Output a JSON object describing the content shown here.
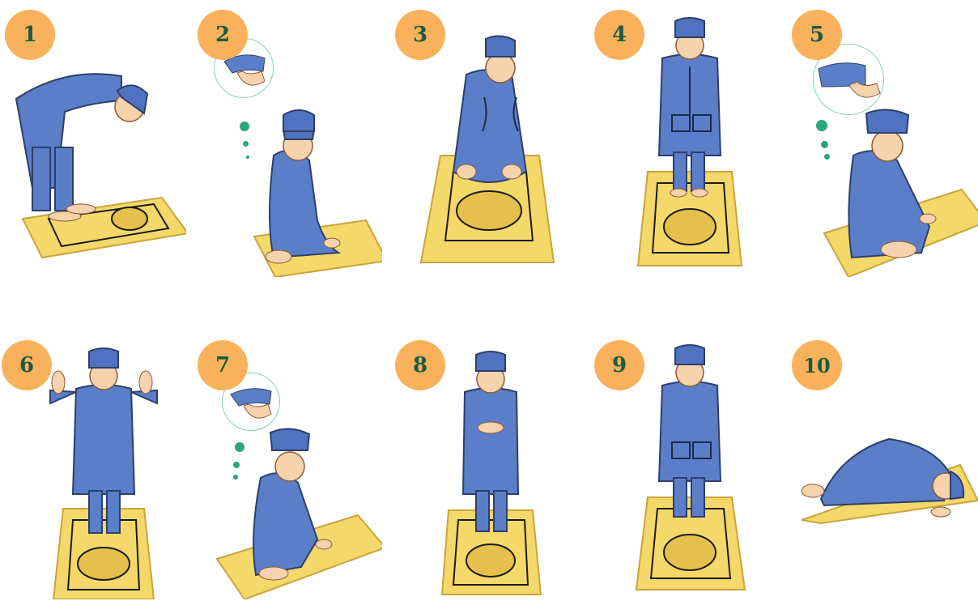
{
  "steps": [
    {
      "number": "1",
      "pose": "bowing (ruku)"
    },
    {
      "number": "2",
      "pose": "sitting (iftirash)"
    },
    {
      "number": "3",
      "pose": "sitting front view"
    },
    {
      "number": "4",
      "pose": "standing front view"
    },
    {
      "number": "5",
      "pose": "sitting (tawarruk)"
    },
    {
      "number": "6",
      "pose": "raising hands (takbir)"
    },
    {
      "number": "7",
      "pose": "sitting (iftirash)"
    },
    {
      "number": "8",
      "pose": "standing, hands folded"
    },
    {
      "number": "9",
      "pose": "standing front view"
    },
    {
      "number": "10",
      "pose": "prostration (sujud)"
    }
  ],
  "colors": {
    "badge": "#f9b25b",
    "badge_text": "#1c5b45",
    "robe": "#5b7ec8",
    "robe_dark": "#3d5b9c",
    "mat": "#f5d86a",
    "mat_dark": "#d6b23c",
    "skin": "#f6d2ad",
    "bubble_border": "#7fd2b6",
    "dots": "#2aa67a"
  }
}
